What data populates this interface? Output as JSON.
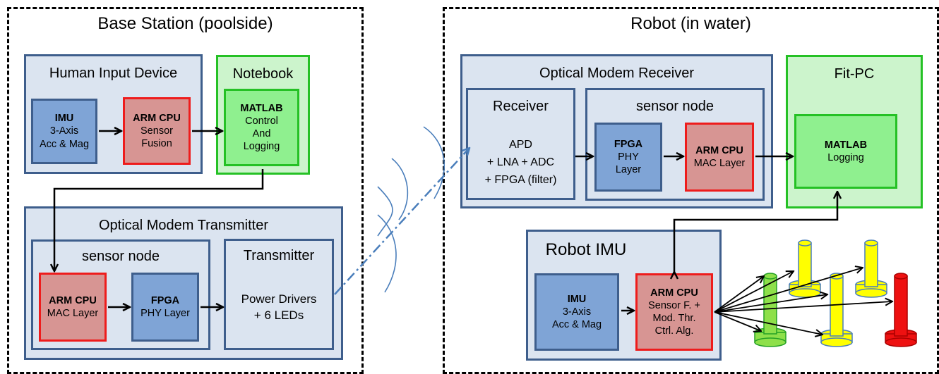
{
  "base_station": {
    "title": "Base Station (poolside)",
    "hid": {
      "title": "Human Input Device",
      "imu": {
        "head": "IMU",
        "lines": [
          "3-Axis",
          "Acc & Mag"
        ]
      },
      "cpu": {
        "head": "ARM CPU",
        "lines": [
          "Sensor",
          "Fusion"
        ]
      }
    },
    "notebook": {
      "title": "Notebook",
      "matlab": {
        "head": "MATLAB",
        "lines": [
          "Control",
          "And",
          "Logging"
        ]
      }
    },
    "transmitter_modem": {
      "title": "Optical Modem Transmitter",
      "sensor_node": {
        "title": "sensor node",
        "cpu": {
          "head": "ARM CPU",
          "lines": [
            "MAC Layer"
          ]
        },
        "fpga": {
          "head": "FPGA",
          "lines": [
            "PHY Layer"
          ]
        }
      },
      "transmitter": {
        "title": "Transmitter",
        "lines": [
          "Power Drivers",
          "+ 6 LEDs"
        ]
      }
    }
  },
  "robot": {
    "title": "Robot (in water)",
    "receiver_modem": {
      "title": "Optical Modem Receiver",
      "receiver": {
        "title": "Receiver",
        "lines": [
          "APD",
          "+ LNA + ADC",
          "+ FPGA (filter)"
        ]
      },
      "sensor_node": {
        "title": "sensor node",
        "fpga": {
          "head": "FPGA",
          "lines": [
            "PHY",
            "Layer"
          ]
        },
        "cpu": {
          "head": "ARM CPU",
          "lines": [
            "MAC Layer"
          ]
        }
      }
    },
    "fitpc": {
      "title": "Fit-PC",
      "matlab": {
        "head": "MATLAB",
        "lines": [
          "Logging"
        ]
      }
    },
    "robot_imu": {
      "title": "Robot IMU",
      "imu": {
        "head": "IMU",
        "lines": [
          "3-Axis",
          "Acc & Mag"
        ]
      },
      "cpu": {
        "head": "ARM CPU",
        "lines": [
          "Sensor F. +",
          "Mod. Thr.",
          "Ctrl. Alg."
        ]
      }
    }
  },
  "colors": {
    "panel_fill": "#dbe4f0",
    "panel_border": "#3e5e8c",
    "imu_fill": "#7fa4d6",
    "cpu_fill": "#d79593",
    "cpu_border": "#ee1c1c",
    "pc_fill": "#ccf4cc",
    "matlab_fill": "#8ff08f",
    "pc_border": "#25c125",
    "link": "#4a7ebb",
    "thruster_yellow": "#ffff00",
    "thruster_red": "#ee1111",
    "thruster_green": "#8ee04a"
  }
}
